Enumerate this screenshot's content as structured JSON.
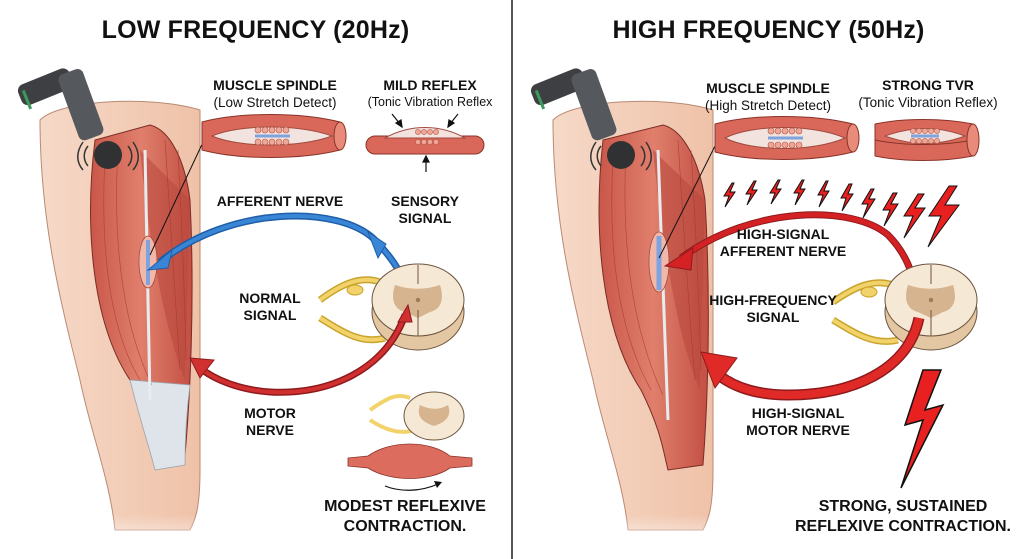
{
  "left": {
    "title": "LOW FREQUENCY (20Hz)",
    "spindle_title": "MUSCLE SPINDLE",
    "spindle_sub": "(Low Stretch Detect)",
    "reflex_title": "MILD REFLEX",
    "reflex_sub": "(Tonic Vibration Reflex",
    "afferent_label": "AFFERENT NERVE",
    "sensory_l1": "SENSORY",
    "sensory_l2": "SIGNAL",
    "signal_l1": "NORMAL",
    "signal_l2": "SIGNAL",
    "motor_l1": "MOTOR",
    "motor_l2": "NERVE",
    "result_l1": "MODEST REFLEXIVE",
    "result_l2": "CONTRACTION.",
    "afferent_color": "#2a6fc0",
    "motor_color": "#c8262b"
  },
  "right": {
    "title": "HIGH FREQUENCY (50Hz)",
    "spindle_title": "MUSCLE SPINDLE",
    "spindle_sub": "(High Stretch Detect)",
    "reflex_title": "STRONG TVR",
    "reflex_sub": "(Tonic Vibration Reflex)",
    "afferent_l1": "HIGH-SIGNAL",
    "afferent_l2": "AFFERENT NERVE",
    "signal_l1": "HIGH-FREQUENCY",
    "signal_l2": "SIGNAL",
    "motor_l1": "HIGH-SIGNAL",
    "motor_l2": "MOTOR NERVE",
    "result_l1": "STRONG, SUSTAINED",
    "result_l2": "REFLEXIVE CONTRACTION.",
    "nerve_color": "#d42224",
    "bolt_color": "#e8201f"
  },
  "icons": [
    "massage-gun-icon",
    "vibration-waves-icon",
    "muscle-spindle-icon",
    "spinal-cord-icon",
    "lightning-bolt-icon",
    "arrow-icon"
  ]
}
